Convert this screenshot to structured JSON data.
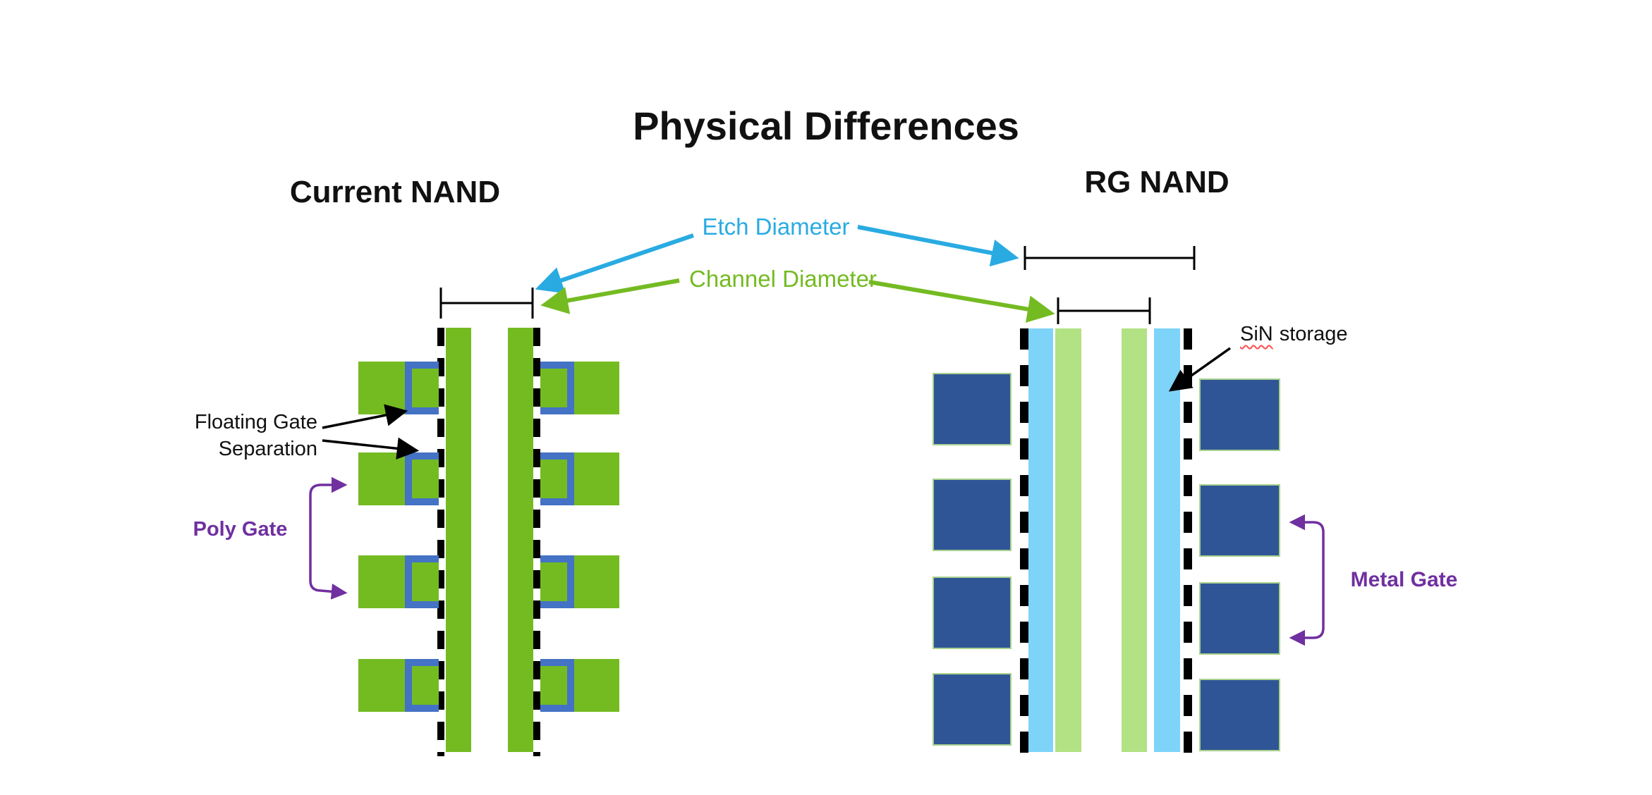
{
  "title": "Physical Differences",
  "left_diagram": {
    "title": "Current NAND",
    "floating_gate_line1": "Floating Gate",
    "floating_gate_line2": "Separation",
    "poly_gate_label": "Poly Gate"
  },
  "annotations": {
    "etch_diameter_label": "Etch Diameter",
    "channel_diameter_label": "Channel Diameter"
  },
  "right_diagram": {
    "title": "RG NAND",
    "sin_word": "SiN",
    "sin_rest": "storage",
    "metal_gate_label": "Metal Gate"
  },
  "colors": {
    "bright_green": "#74BB22",
    "light_green": "#B2E284",
    "sky_blue": "#7ED3F9",
    "navy": "#2F5596",
    "navy_border": "#A9D18E",
    "fg_blue": "#4472C4",
    "purple": "#7030A0",
    "label_blue": "#29ABE2",
    "squiggle_red": "#FF5050"
  }
}
